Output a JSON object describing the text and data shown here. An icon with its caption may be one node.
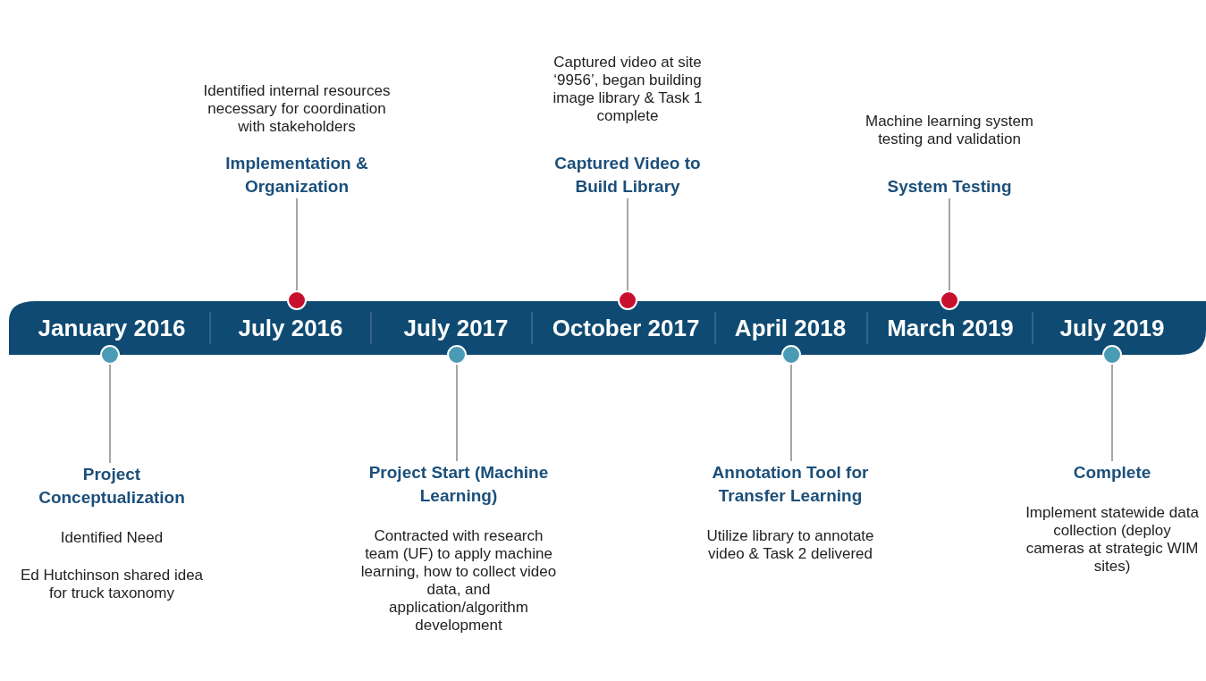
{
  "diagram": {
    "nodes": [
      {
        "text": [
          "January 2016",
          "July 2016",
          "July 2017",
          "October 2017",
          "April 2018",
          "March 2019",
          "July 2019"
        ]
      },
      {
        "text": [],
        "shape": "circle"
      },
      {
        "text": [],
        "shape": "circle"
      },
      {
        "text": [],
        "shape": "circle"
      },
      {
        "text": [],
        "shape": "circle"
      },
      {
        "text": [],
        "shape": "circle"
      },
      {
        "text": [],
        "shape": "circle"
      },
      {
        "text": [],
        "shape": "circle"
      },
      {
        "text": [
          "Project Conceptualization",
          "Identified Need",
          "Ed Hutchinson shared idea for truck taxonomy"
        ]
      },
      {
        "text": [
          "Identified internal resources necessary for coordination with stakeholders",
          "Implementation & Organization"
        ]
      },
      {
        "text": [
          "Project Start (Machine Learning)",
          "Contracted with research team (UF) to apply machine learning, how to collect video data, and application/algorithm development"
        ]
      },
      {
        "text": [
          "Captured video at site ‘9956’, began building image library & Task 1 complete",
          "Captured Video to Build Library"
        ]
      },
      {
        "text": [
          "Annotation Tool for Transfer Learning",
          "Utilize library to annotate video & Task 2 delivered"
        ]
      },
      {
        "text": [
          "Machine learning system testing and validation",
          "System Testing"
        ]
      },
      {
        "text": [
          "Complete",
          "Implement statewide data collection (deploy cameras at strategic WIM sites)"
        ]
      }
    ],
    "edges": [
      {
        "from": 8,
        "to": 1,
        "arrow": "none"
      },
      {
        "from": 9,
        "to": 2,
        "arrow": "none"
      },
      {
        "from": 10,
        "to": 3,
        "arrow": "none"
      },
      {
        "from": 11,
        "to": 4,
        "arrow": "none"
      },
      {
        "from": 12,
        "to": 5,
        "arrow": "none"
      },
      {
        "from": 13,
        "to": 6,
        "arrow": "none"
      },
      {
        "from": 14,
        "to": 7,
        "arrow": "none"
      }
    ]
  }
}
